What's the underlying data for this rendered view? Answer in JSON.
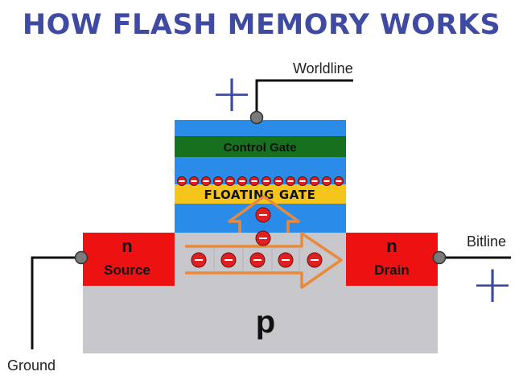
{
  "title": "HOW FLASH MEMORY WORKS",
  "labels": {
    "worldline": "Worldline",
    "bitline": "Bitline",
    "ground": "Ground",
    "control_gate": "Control Gate",
    "floating_gate": "FLOATING GATE",
    "source_type": "n",
    "source": "Source",
    "drain_type": "n",
    "drain": "Drain",
    "substrate": "p"
  },
  "charge_symbols": {
    "worldline": "+",
    "bitline": "+"
  },
  "colors": {
    "title": "#3f4aa3",
    "oxide_blue": "#2a8be8",
    "control_gate": "#16701e",
    "floating_gate": "#f6c51c",
    "n_region": "#ee1111",
    "p_substrate": "#c7c7cc",
    "electron": "#e02020",
    "arrow": "#e98a3a",
    "charge_sign": "#3a4aa0"
  },
  "electron_counts": {
    "stored_on_floating_gate": 14,
    "in_channel": 5,
    "tunneling": 2
  }
}
